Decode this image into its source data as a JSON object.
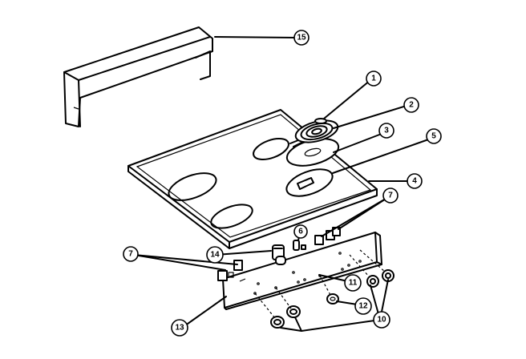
{
  "diagram": {
    "parts": [
      {
        "id": "part-1",
        "label": "1"
      },
      {
        "id": "part-2",
        "label": "2"
      },
      {
        "id": "part-3",
        "label": "3"
      },
      {
        "id": "part-4",
        "label": "4"
      },
      {
        "id": "part-5",
        "label": "5"
      },
      {
        "id": "part-6",
        "label": "6"
      },
      {
        "id": "part-7-right",
        "label": "7"
      },
      {
        "id": "part-7-left",
        "label": "7"
      },
      {
        "id": "part-10",
        "label": "10"
      },
      {
        "id": "part-11",
        "label": "11"
      },
      {
        "id": "part-12",
        "label": "12"
      },
      {
        "id": "part-13",
        "label": "13"
      },
      {
        "id": "part-14",
        "label": "14"
      },
      {
        "id": "part-15",
        "label": "15"
      }
    ]
  }
}
